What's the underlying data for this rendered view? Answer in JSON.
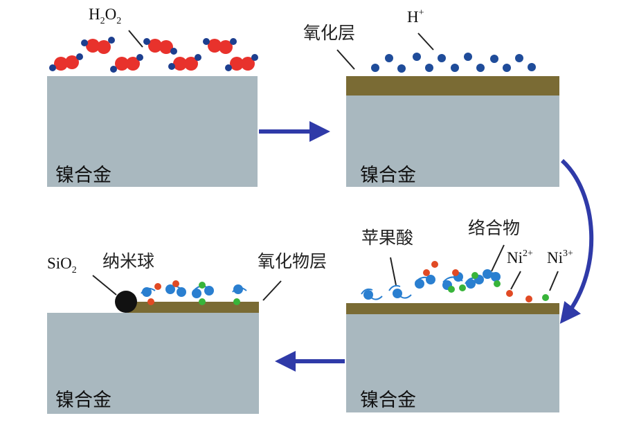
{
  "panels": {
    "p1": {
      "alloy": "镍合金",
      "molecule": {
        "main": "H",
        "sub1": "2",
        "mid": "O",
        "sub2": "2"
      }
    },
    "p2": {
      "alloy": "镍合金",
      "layer": "氧化层",
      "ion": {
        "main": "H",
        "sup": "+"
      }
    },
    "p3": {
      "alloy": "镍合金",
      "malic": "苹果酸",
      "complex": "络合物",
      "ni2": {
        "main": "Ni",
        "sup": "2+"
      },
      "ni3": {
        "main": "Ni",
        "sup": "3+"
      }
    },
    "p4": {
      "alloy": "镍合金",
      "layer": "氧化物层",
      "nano": "纳米球",
      "sio2": {
        "main": "SiO",
        "sub": "2"
      }
    }
  },
  "colors": {
    "alloy": "#a9b8bf",
    "oxide": "#7a6b34",
    "h2o2_o": "#e8322c",
    "h2o2_h": "#1d3f8f",
    "proton": "#1f4c9a",
    "arrow": "#2f3aa8",
    "malic_blue": "#2a7fd0",
    "ni2": "#e14a24",
    "ni3": "#38b43a",
    "sphere": "#111111"
  }
}
